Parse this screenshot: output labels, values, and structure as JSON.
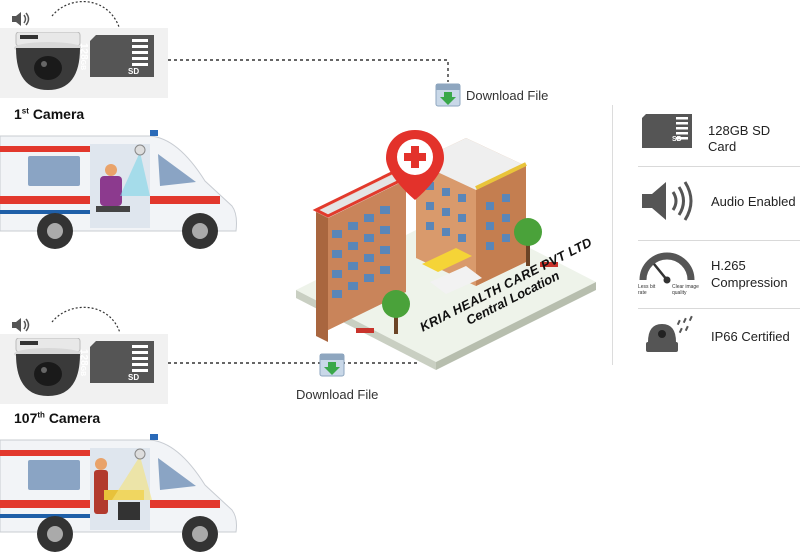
{
  "cameras": [
    {
      "number": "1",
      "suffix": "st",
      "word": "Camera"
    },
    {
      "number": "107",
      "suffix": "th",
      "word": "Camera"
    }
  ],
  "sd_card": {
    "capacity": "128",
    "unit": "GB",
    "type": "SD"
  },
  "download_label": "Download File",
  "location": {
    "line1": "KRIA HEALTH CARE PVT LTD",
    "line2": "Central Location"
  },
  "features": [
    {
      "label": "128GB SD Card",
      "icon": "sd-card-icon"
    },
    {
      "label": "Audio Enabled",
      "icon": "speaker-icon"
    },
    {
      "label_line1": "H.265",
      "label_line2": "Compression",
      "icon": "gauge-icon",
      "gauge_left": "Less bit rate",
      "gauge_right": "Clear image quality"
    },
    {
      "label": "IP66 Certified",
      "icon": "dome-rain-icon"
    }
  ],
  "colors": {
    "ambulance_red": "#e2382d",
    "ambulance_blue": "#1f5fa8",
    "pin_red": "#e3322b",
    "dotline": "#333333"
  }
}
